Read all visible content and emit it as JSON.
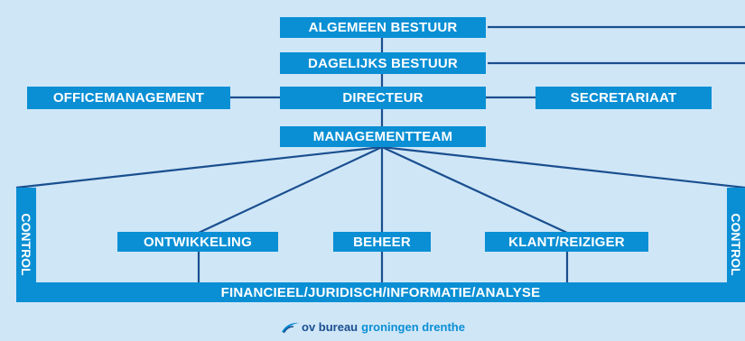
{
  "colors": {
    "background": "#cfe6f7",
    "box": "#0a8fd4",
    "line": "#1a4f8f",
    "text": "#ffffff"
  },
  "boxes": {
    "algemeen_bestuur": "ALGEMEEN BESTUUR",
    "dagelijks_bestuur": "DAGELIJKS BESTUUR",
    "officemanagement": "OFFICEMANAGEMENT",
    "directeur": "DIRECTEUR",
    "secretariaat": "SECRETARIAAT",
    "managementteam": "MANAGEMENTTEAM",
    "ontwikkeling": "ONTWIKKELING",
    "beheer": "BEHEER",
    "klant_reiziger": "KLANT/REIZIGER",
    "control_left": "CONTROL",
    "control_right": "CONTROL",
    "financieel": "FINANCIEEL/JURIDISCH/INFORMATIE/ANALYSE"
  },
  "footer": {
    "logo_icon": "swoosh-icon",
    "brand": "ov bureau",
    "region": "groningen drenthe"
  }
}
